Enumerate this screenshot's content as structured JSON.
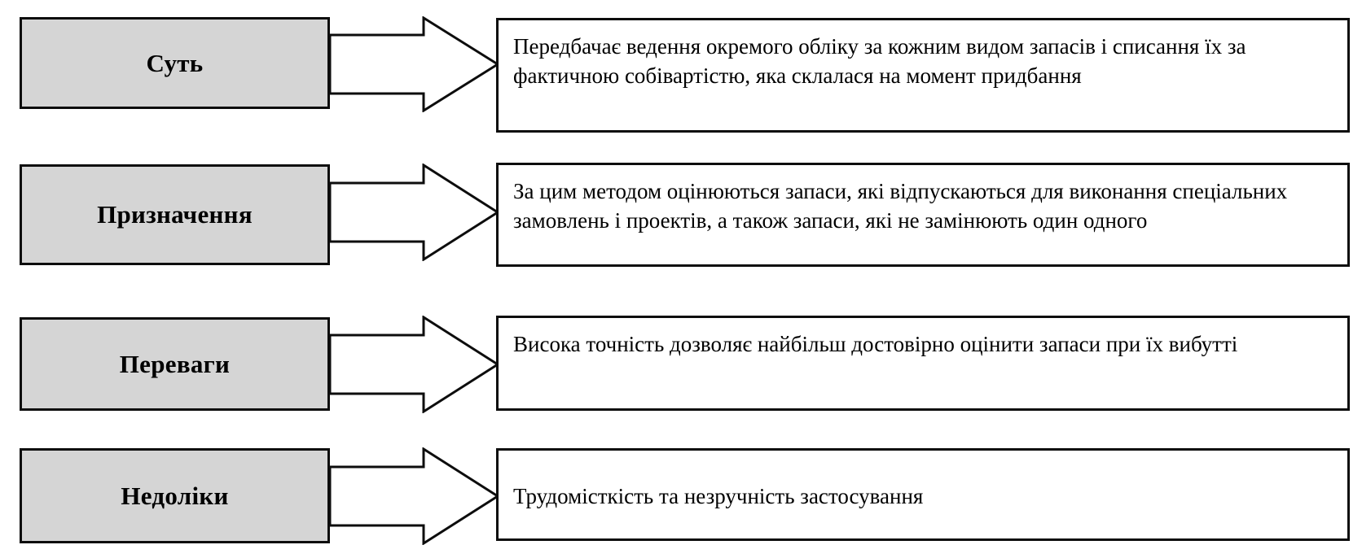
{
  "diagram": {
    "type": "process-attribute-breakdown",
    "orientation": "left-label-to-right-description",
    "colors": {
      "label_fill": "#d5d5d5",
      "description_fill": "#ffffff",
      "stroke": "#0d0d0d",
      "text": "#000000"
    },
    "arrow_icon_name": "right-arrow-icon",
    "rows": [
      {
        "label": "Суть",
        "description": "Передбачає ведення окремого обліку за кожним видом запасів і списання їх за фактичною собівартістю, яка склалася на момент придбання"
      },
      {
        "label": "Призначення",
        "description": "За цим методом оцінюються запаси, які відпускаються для виконання спеціальних замовлень і проектів, а також запаси, які не замінюють один одного"
      },
      {
        "label": "Переваги",
        "description": "Висока точність дозволяє найбільш достовірно оцінити запаси при їх вибутті"
      },
      {
        "label": "Недоліки",
        "description": "Трудомісткість та незручність застосування"
      }
    ]
  }
}
